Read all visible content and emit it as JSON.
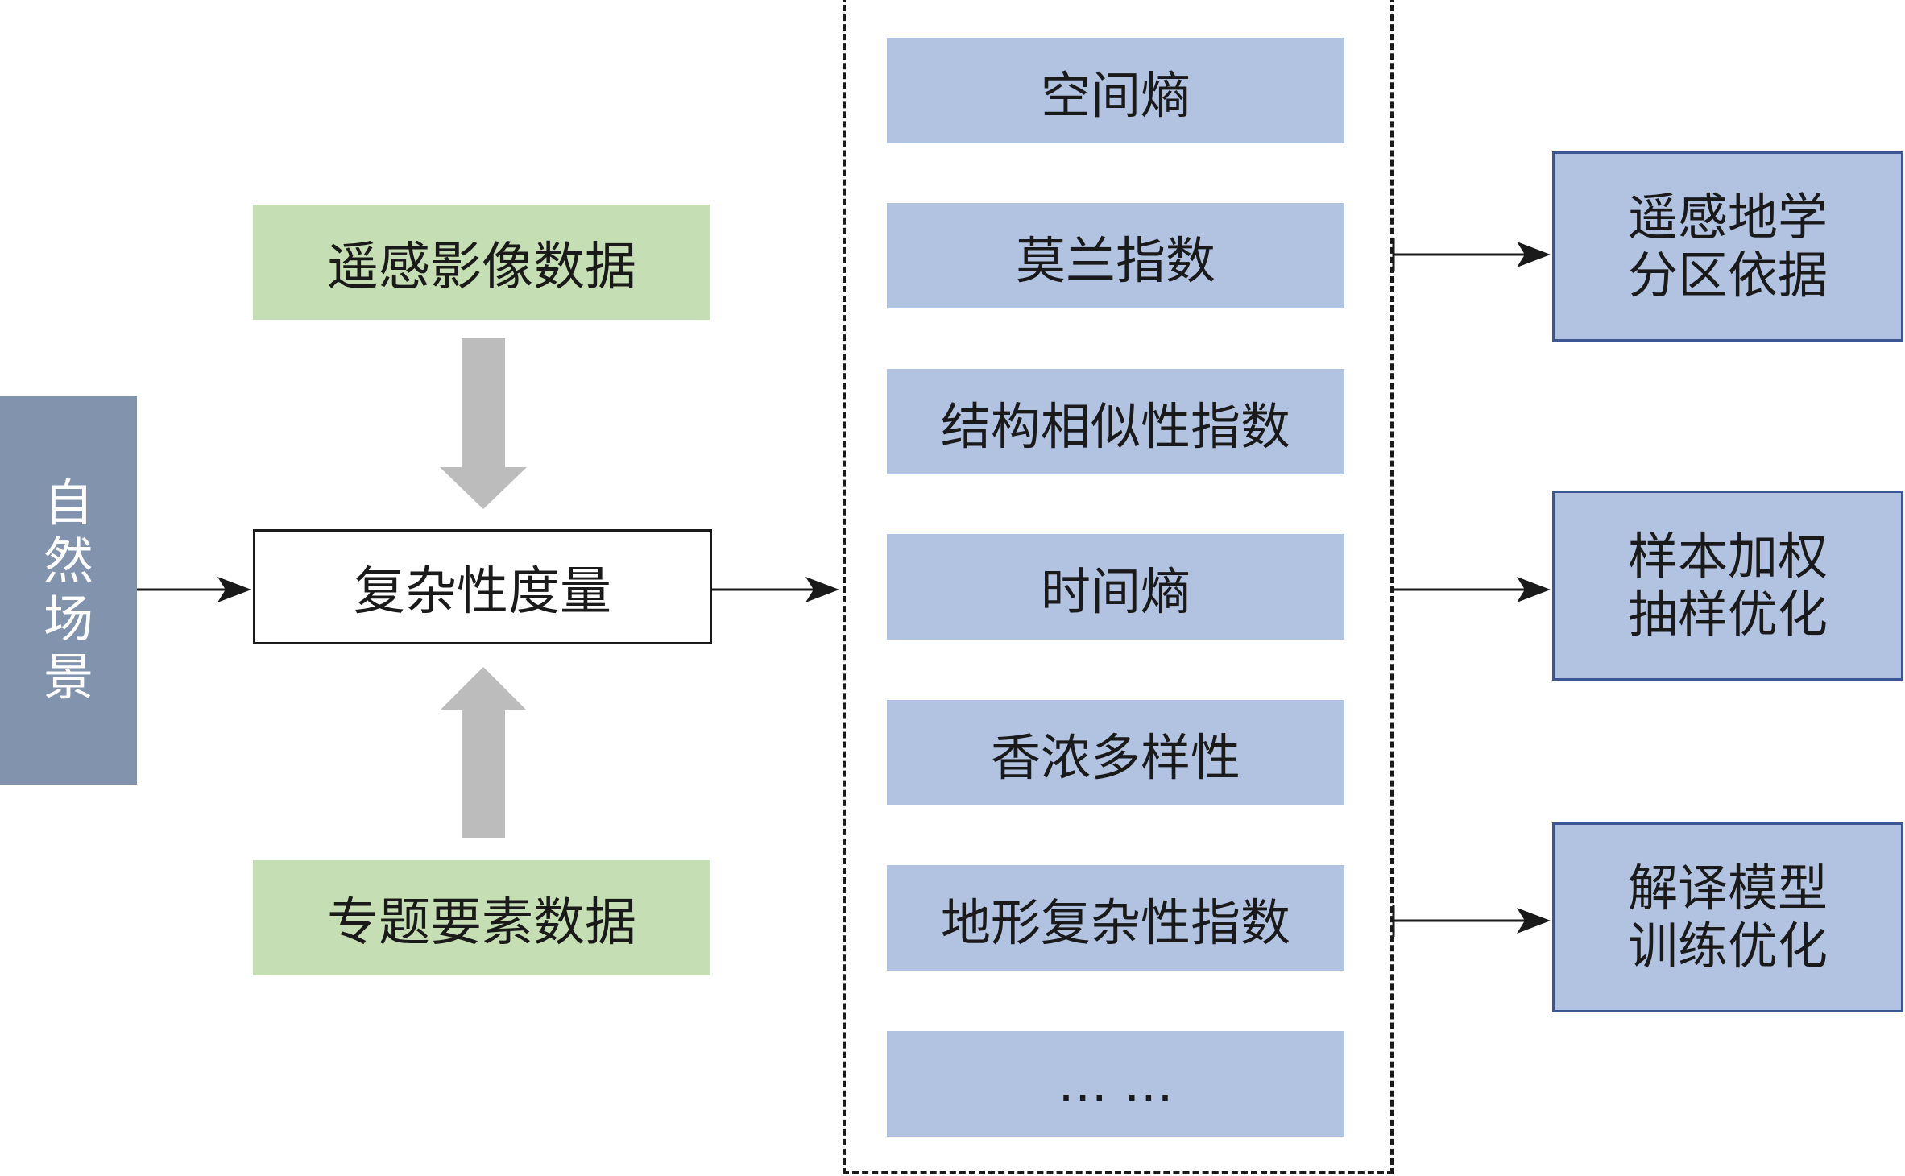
{
  "scene": {
    "label": "自然场景"
  },
  "inputs": {
    "remote_sensing": "遥感影像数据",
    "thematic": "专题要素数据"
  },
  "measure": {
    "label": "复杂性度量"
  },
  "metrics": [
    "空间熵",
    "莫兰指数",
    "结构相似性指数",
    "时间熵",
    "香浓多样性",
    "地形复杂性指数",
    "… …"
  ],
  "results": [
    "遥感地学分区依据",
    "样本加权抽样优化",
    "解译模型训练优化"
  ],
  "colors": {
    "scene": "#8293ad",
    "input": "#c5deb3",
    "metric": "#b1c3e1",
    "result_border": "#3b5692",
    "gray_arrow": "#bcbcbc"
  }
}
